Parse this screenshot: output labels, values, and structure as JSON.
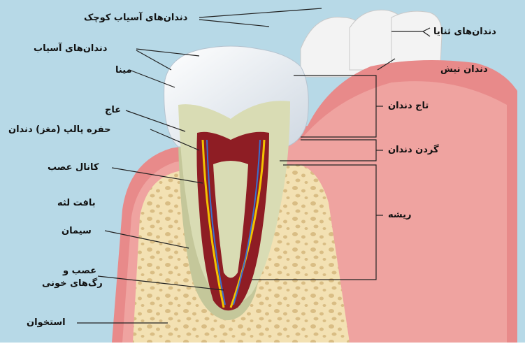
{
  "labels": {
    "premolars": "دندان‌های آسیاب کوچک",
    "molars": "دندان‌های آسیاب",
    "enamel": "مینا",
    "dentin": "عاج",
    "pulp_cavity": "حفره پالپ (مغز) دندان",
    "root_canal": "کانال عصب",
    "gum_tissue": "بافت لثه",
    "cementum": "سیمان",
    "nerves_vessels_line1": "عصب و",
    "nerves_vessels_line2": "رگ‌های خونی",
    "bone": "استخوان",
    "incisors": "دندان‌های ثنایا",
    "canine": "دندان نیش",
    "crown": "تاج دندان",
    "neck": "گردن دندان",
    "root": "ریشه"
  },
  "colors": {
    "background": "#b7d9e7",
    "gum": "#e88a8a",
    "bone": "#f2dfb0",
    "enamel": "#f4f6f8",
    "dentin": "#d9dcb4",
    "pulp": "#8e1d24",
    "nerve": "#f2c200",
    "vessel": "#3a6fd0"
  }
}
